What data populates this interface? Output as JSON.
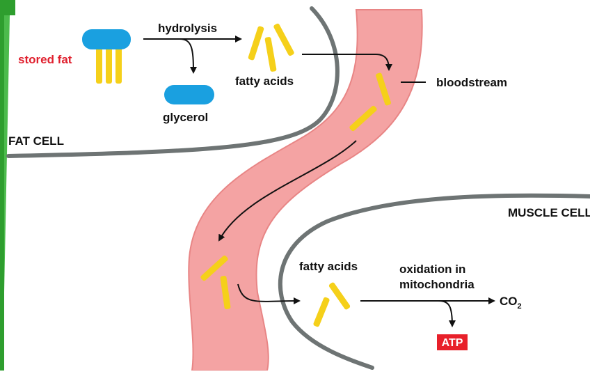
{
  "labels": {
    "stored_fat": "stored fat",
    "hydrolysis": "hydrolysis",
    "fatty_acids_top": "fatty acids",
    "glycerol": "glycerol",
    "bloodstream": "bloodstream",
    "fat_cell": "FAT CELL",
    "muscle_cell": "MUSCLE CELL",
    "fatty_acids_bottom": "fatty acids",
    "oxidation_line1": "oxidation in",
    "oxidation_line2": "mitochondria",
    "co2_main": "CO",
    "co2_sub": "2",
    "atp": "ATP"
  },
  "colors": {
    "label_red": "#e0202e",
    "fat_blue": "#1aa0e0",
    "fatty_acid_yellow": "#f5d01a",
    "blood_fill": "#f4a3a3",
    "blood_edge": "#e88585",
    "membrane_gray": "#6e7474",
    "atp_box": "#e8202a",
    "slide_green": "#2e9e2e"
  }
}
